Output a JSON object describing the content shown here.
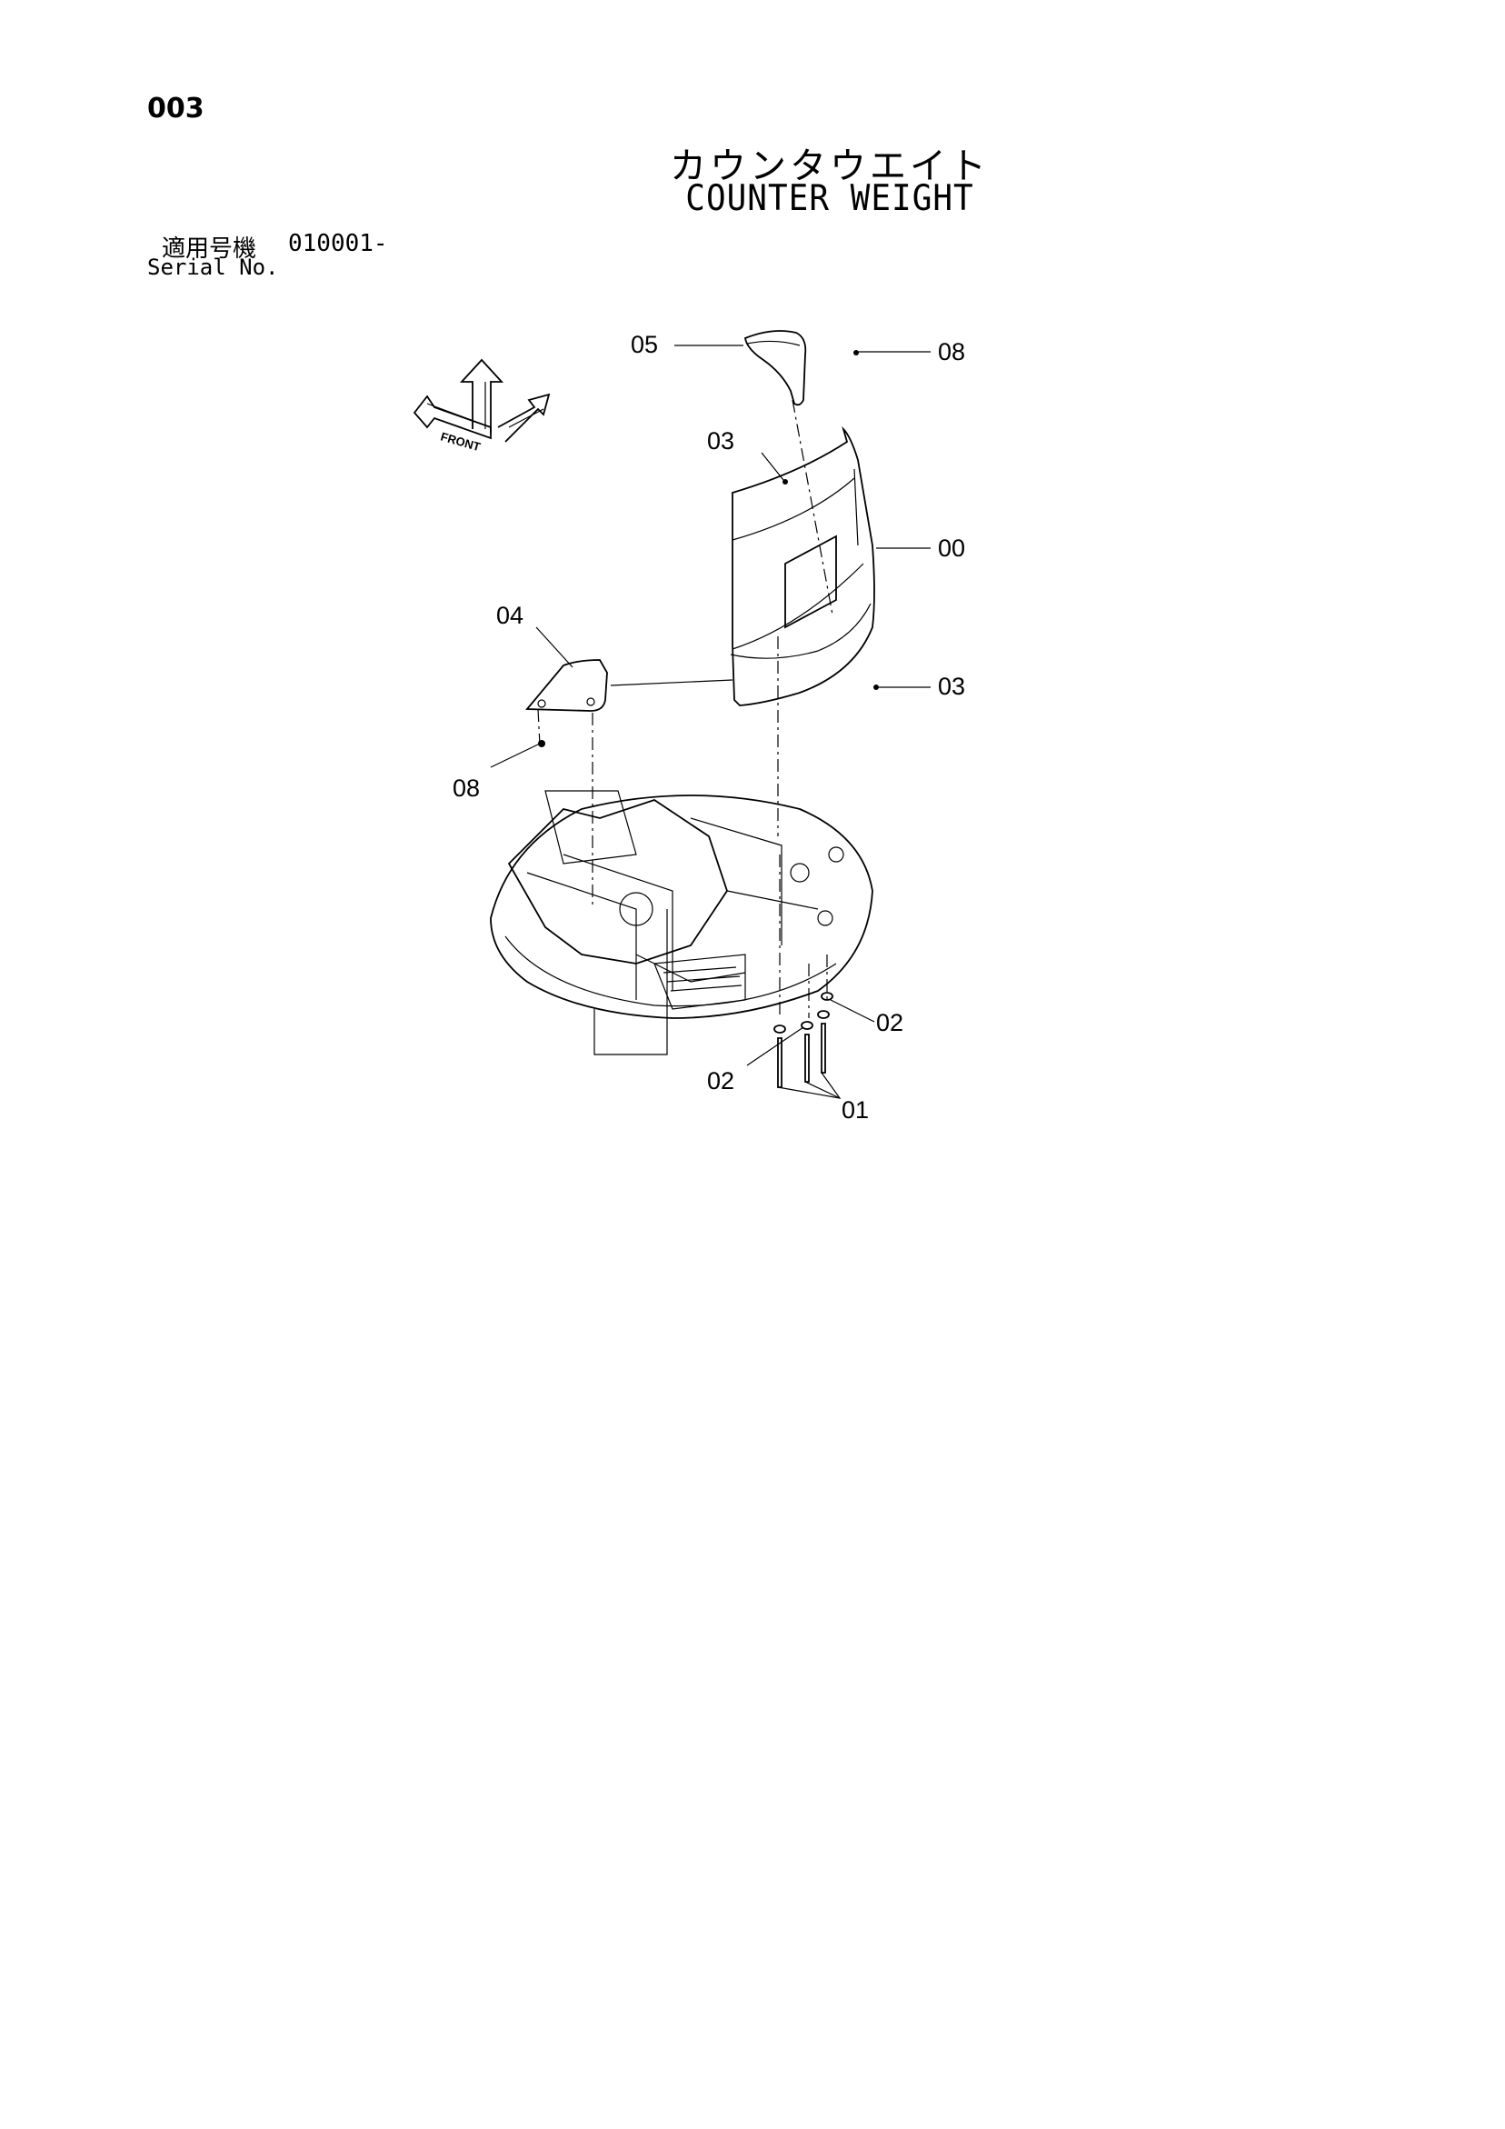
{
  "header": {
    "page_number": "003",
    "title_jp": "カウンタウエイト",
    "title_en": "COUNTER WEIGHT"
  },
  "serial": {
    "label_jp": "適用号機",
    "value": "010001-",
    "label_en": "Serial No."
  },
  "direction_badge": {
    "front": "FRONT"
  },
  "callouts": {
    "c00": "00",
    "c01": "01",
    "c02a": "02",
    "c02b": "02",
    "c03a": "03",
    "c03b": "03",
    "c04": "04",
    "c05": "05",
    "c08a": "08",
    "c08b": "08"
  }
}
